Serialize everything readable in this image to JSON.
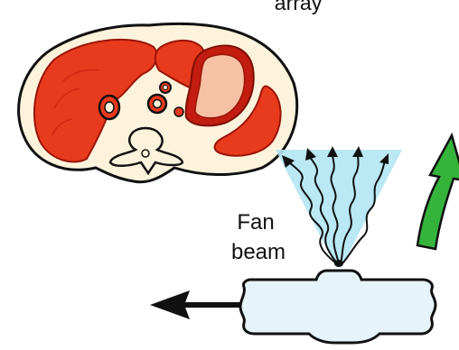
{
  "labels": {
    "top_partial": "array",
    "fan_line1": "Fan",
    "fan_line2": "beam"
  },
  "colors": {
    "background": "#ffffff",
    "body_fill": "#fdf3dc",
    "organ_red": "#e83a1c",
    "organ_dark": "#c21d10",
    "organ_light": "#f7c2a3",
    "beam": "#b3e6f3",
    "tube_fill": "#e6f4f9",
    "arrow_green": "#35b43c",
    "outline": "#111111"
  },
  "icons": {
    "source_motion": "left-arrow-icon",
    "gantry_rotation": "curved-green-arrow-icon",
    "ray": "wavy-ray-icon"
  }
}
